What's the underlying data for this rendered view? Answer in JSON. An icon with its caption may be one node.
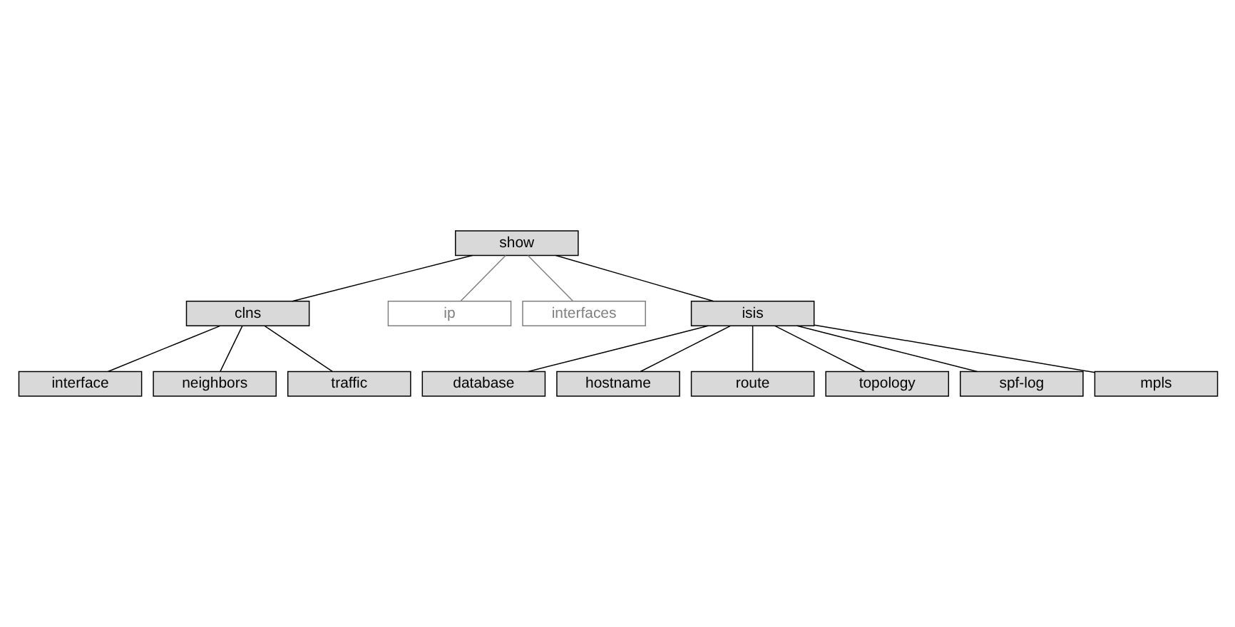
{
  "diagram": {
    "nodes": [
      {
        "text": [
          "show"
        ]
      },
      {
        "text": [
          "clns"
        ]
      },
      {
        "text": [
          "ip"
        ]
      },
      {
        "text": [
          "interfaces"
        ]
      },
      {
        "text": [
          "isis"
        ]
      },
      {
        "text": [
          "interface"
        ]
      },
      {
        "text": [
          "neighbors"
        ]
      },
      {
        "text": [
          "traffic"
        ]
      },
      {
        "text": [
          "database"
        ]
      },
      {
        "text": [
          "hostname"
        ]
      },
      {
        "text": [
          "route"
        ]
      },
      {
        "text": [
          "topology"
        ]
      },
      {
        "text": [
          "spf-log"
        ]
      },
      {
        "text": [
          "mpls"
        ]
      }
    ],
    "edges": [
      {
        "from": 0,
        "to": 1,
        "arrow": "none"
      },
      {
        "from": 0,
        "to": 2,
        "arrow": "none",
        "color": "#808080"
      },
      {
        "from": 0,
        "to": 3,
        "arrow": "none",
        "color": "#808080"
      },
      {
        "from": 0,
        "to": 4,
        "arrow": "none"
      },
      {
        "from": 1,
        "to": 5,
        "arrow": "none"
      },
      {
        "from": 1,
        "to": 6,
        "arrow": "none"
      },
      {
        "from": 1,
        "to": 7,
        "arrow": "none"
      },
      {
        "from": 4,
        "to": 8,
        "arrow": "none"
      },
      {
        "from": 4,
        "to": 9,
        "arrow": "none"
      },
      {
        "from": 4,
        "to": 10,
        "arrow": "none"
      },
      {
        "from": 4,
        "to": 11,
        "arrow": "none"
      },
      {
        "from": 4,
        "to": 12,
        "arrow": "none"
      },
      {
        "from": 4,
        "to": 13,
        "arrow": "none"
      }
    ]
  }
}
